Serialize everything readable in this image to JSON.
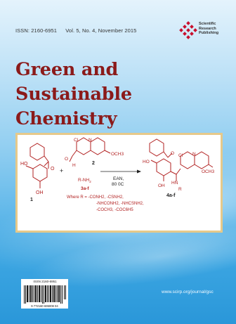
{
  "header": {
    "issn": "ISSN: 2160-6951",
    "volume": "Vol. 5, No. 4, November 2015"
  },
  "publisher": {
    "lines": [
      "Scientific",
      "Research",
      "Publishing"
    ],
    "logo_color": "#c8102e"
  },
  "journal": {
    "title_line1": "Green and Sustainable",
    "title_line2": "Chemistry",
    "title_color": "#8b1a1a"
  },
  "figure": {
    "compound1_label": "1",
    "compound2_label": "2",
    "compound3_label": "3a-f",
    "product_label": "4a-f",
    "amine": "R-NH",
    "amine_sub": "2",
    "plus": "+",
    "conditions": [
      "EAN,",
      "80 0C"
    ],
    "r_list_intro": "Where R = -CONH",
    "r_list": [
      "-CONH2, -CSNH2,",
      "-NHCONH2, -NHCSNH2,",
      "-COCH3, -COC6H5"
    ],
    "atoms": {
      "oh": "OH",
      "ho": "HO",
      "h": "H",
      "o": "O",
      "cl": "Cl",
      "n": "N",
      "och3": "OCH3",
      "hn": "HN",
      "r": "R"
    }
  },
  "barcode": {
    "issn": "ISSN 2160-6951",
    "digits": "9 772160 695008 04"
  },
  "footer": {
    "url": "www.scirp.org/journal/gsc"
  }
}
